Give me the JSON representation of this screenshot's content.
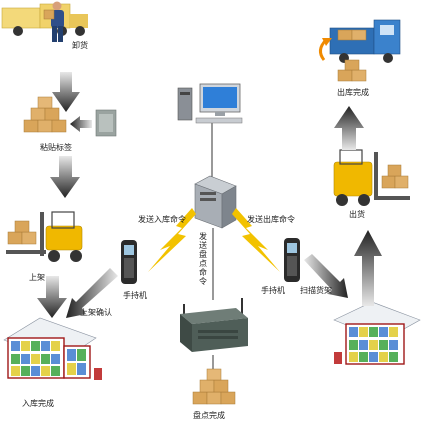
{
  "labels": {
    "unload": "卸货",
    "tag": "粘贴标签",
    "shelve": "上架",
    "shelve_confirm": "上架确认",
    "inbound_done": "入库完成",
    "handheld_left": "手持机",
    "handheld_right": "手持机",
    "inbound_cmd": "发送入库命令",
    "outbound_cmd": "发送出库命令",
    "inventory_cmd": "发送盘点命令",
    "inventory_done": "盘点完成",
    "scan_shelf": "扫描货架",
    "ship": "出货",
    "outbound_done": "出库完成"
  },
  "icons": [
    "truck-icon",
    "worker-icon",
    "boxes-icon",
    "rfid-tag-icon",
    "forklift-icon",
    "warehouse-shelf-icon",
    "handheld-scanner-icon",
    "computer-icon",
    "server-icon",
    "rfid-reader-icon",
    "lightning-icon",
    "arrow-down-icon",
    "arrow-up-icon",
    "recycle-arrow-icon"
  ],
  "colors": {
    "arrow": "#2a2a2a",
    "lightning": "#f2c200",
    "box": "#d9a55a",
    "truck_body": "#2e6fb5",
    "forklift": "#f0b800",
    "reader": "#4f5e58"
  }
}
